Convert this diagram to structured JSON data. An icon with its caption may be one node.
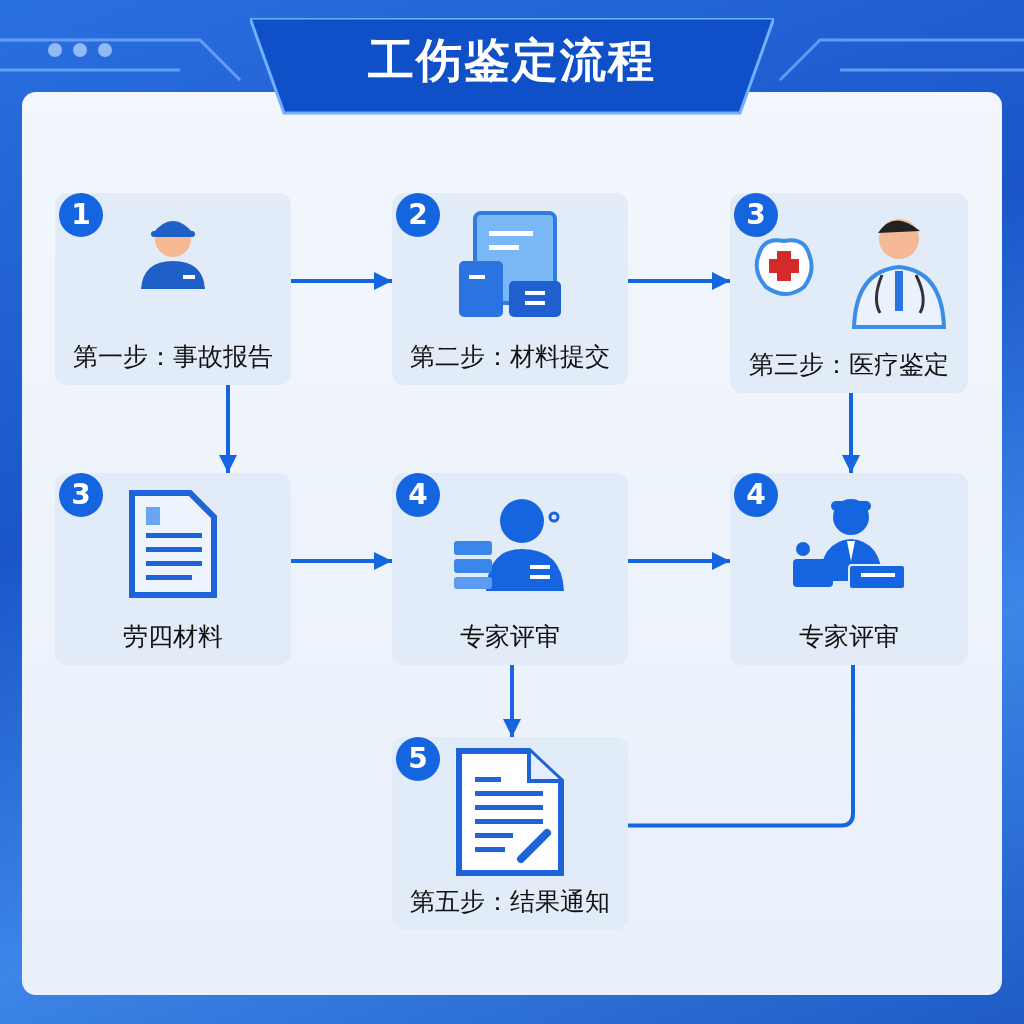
{
  "diagram": {
    "title": "工伤鉴定流程",
    "nodes": [
      {
        "text": [
          "1",
          "第一步：事故报告"
        ]
      },
      {
        "text": [
          "2",
          "第二步：材料提交"
        ]
      },
      {
        "text": [
          "3",
          "第三步：医疗鉴定"
        ]
      },
      {
        "text": [
          "3",
          "劳四材料"
        ]
      },
      {
        "text": [
          "4",
          "专家评审"
        ]
      },
      {
        "text": [
          "4",
          "专家评审"
        ]
      },
      {
        "text": [
          "5",
          "第五步：结果通知"
        ]
      }
    ],
    "edges": [
      {
        "from": 0,
        "to": 1,
        "arrow": "to"
      },
      {
        "from": 1,
        "to": 2,
        "arrow": "to"
      },
      {
        "from": 0,
        "to": 3,
        "arrow": "to"
      },
      {
        "from": 2,
        "to": 5,
        "arrow": "to"
      },
      {
        "from": 3,
        "to": 4,
        "arrow": "to"
      },
      {
        "from": 4,
        "to": 5,
        "arrow": "to"
      },
      {
        "from": 4,
        "to": 6,
        "arrow": "to"
      },
      {
        "from": 6,
        "to": 5,
        "arrow": "none"
      }
    ]
  }
}
